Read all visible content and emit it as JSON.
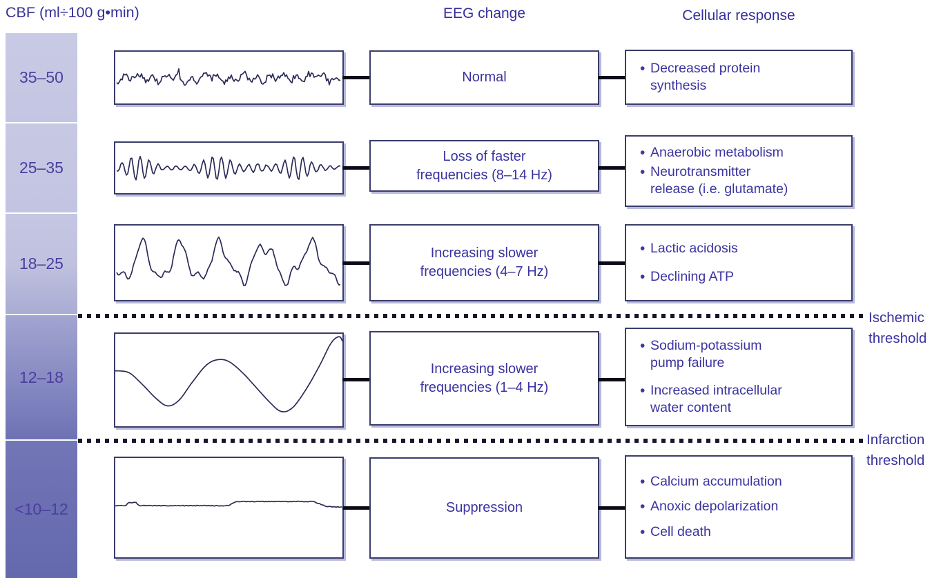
{
  "header": {
    "cbf_title": "CBF (ml÷100 g•min)",
    "eeg_column": "EEG change",
    "cellular_column": "Cellular response"
  },
  "rows": [
    {
      "cbf_range": "35–50",
      "waveform": "fast-irregular",
      "eeg_change": "Normal",
      "bullets": [
        "Decreased protein synthesis"
      ]
    },
    {
      "cbf_range": "25–35",
      "waveform": "alpha-spindles",
      "eeg_change": "Loss of faster frequencies (8–14 Hz)",
      "bullets": [
        "Anaerobic metabolism",
        "Neurotransmitter release (i.e. glutamate)"
      ]
    },
    {
      "cbf_range": "18–25",
      "waveform": "theta-waves",
      "eeg_change": "Increasing slower frequencies (4–7 Hz)",
      "bullets": [
        "Lactic acidosis",
        "Declining ATP"
      ]
    },
    {
      "cbf_range": "12–18",
      "waveform": "delta-waves",
      "eeg_change": "Increasing slower frequencies (1–4 Hz)",
      "bullets": [
        "Sodium-potassium pump failure",
        "Increased intracellular water content"
      ]
    },
    {
      "cbf_range": "<10–12",
      "waveform": "suppressed",
      "eeg_change": "Suppression",
      "bullets": [
        "Calcium accumulation",
        "Anoxic depolarization",
        "Cell death"
      ]
    }
  ],
  "thresholds": [
    {
      "label": "Ischemic threshold"
    },
    {
      "label": "Infarction threshold"
    }
  ],
  "colors": {
    "accent_text": "#3b33a0",
    "box_border": "#3a3c6c",
    "box_shadow": "#b8bbdc",
    "connector": "#0a0a18",
    "dotted_line": "#16162e",
    "trace": "#2b2b58",
    "scale_top": "#c8c9e4",
    "scale_bottom": "#676bb0"
  }
}
